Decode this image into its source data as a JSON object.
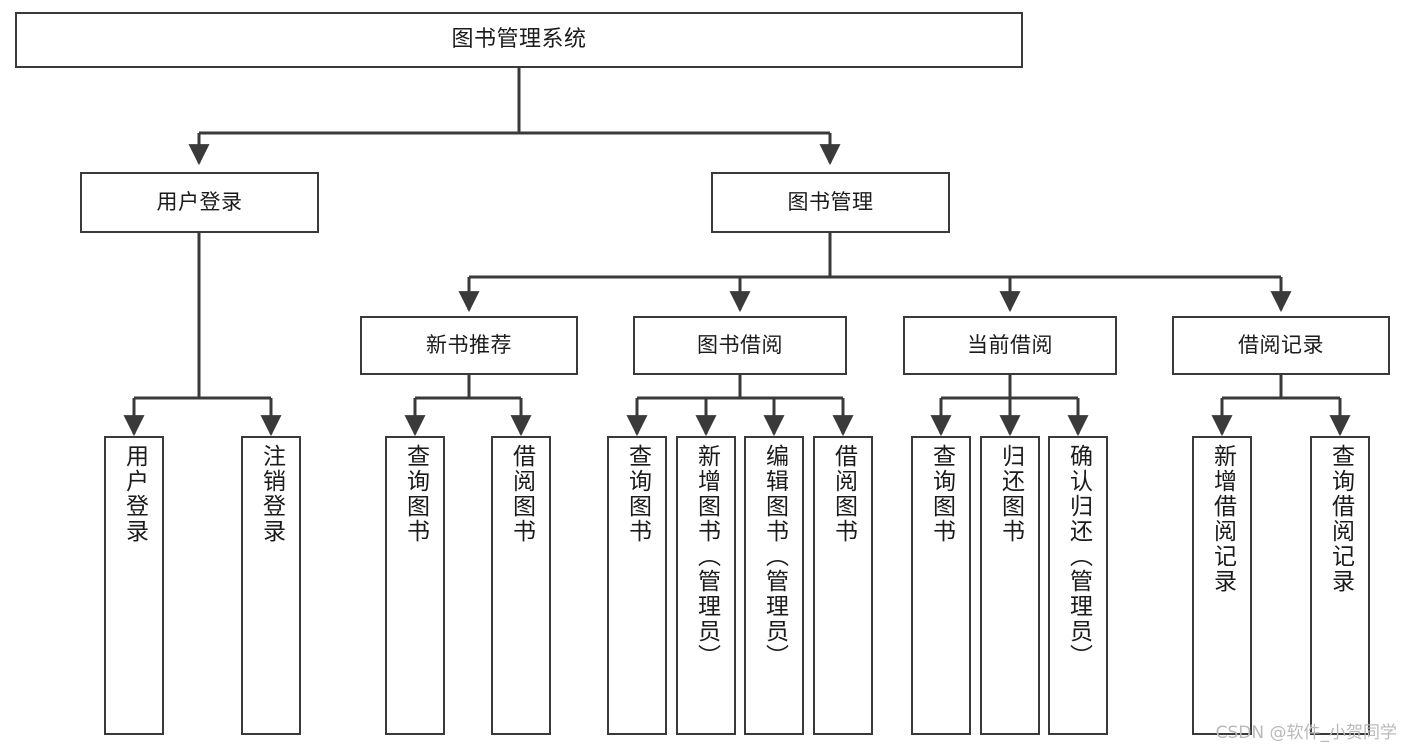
{
  "diagram": {
    "type": "tree",
    "title": "图书管理系统",
    "orientation": "top-down",
    "style": {
      "box_border_color": "#3a3a3a",
      "box_fill_color": "#ffffff",
      "connector_color": "#3a3a3a",
      "background_color": "#ffffff",
      "text_color": "#1b1b1b"
    },
    "root": {
      "id": "root",
      "label": "图书管理系统",
      "text_direction": "horizontal"
    },
    "level1": [
      {
        "id": "user-login",
        "label": "用户登录",
        "text_direction": "horizontal"
      },
      {
        "id": "book-manage",
        "label": "图书管理",
        "text_direction": "horizontal"
      }
    ],
    "level2": [
      {
        "id": "new-book-recommend",
        "label": "新书推荐",
        "parent": "book-manage",
        "text_direction": "horizontal"
      },
      {
        "id": "book-borrow",
        "label": "图书借阅",
        "parent": "book-manage",
        "text_direction": "horizontal"
      },
      {
        "id": "current-borrow",
        "label": "当前借阅",
        "parent": "book-manage",
        "text_direction": "horizontal"
      },
      {
        "id": "borrow-record",
        "label": "借阅记录",
        "parent": "book-manage",
        "text_direction": "horizontal"
      }
    ],
    "leaves": [
      {
        "id": "leaf-user-login",
        "label": "用户登录",
        "parent": "user-login",
        "text_direction": "vertical"
      },
      {
        "id": "leaf-user-logout",
        "label": "注销登录",
        "parent": "user-login",
        "text_direction": "vertical"
      },
      {
        "id": "leaf-query-book-1",
        "label": "查询图书",
        "parent": "new-book-recommend",
        "text_direction": "vertical"
      },
      {
        "id": "leaf-borrow-book-1",
        "label": "借阅图书",
        "parent": "new-book-recommend",
        "text_direction": "vertical"
      },
      {
        "id": "leaf-query-book-2",
        "label": "查询图书",
        "parent": "book-borrow",
        "text_direction": "vertical"
      },
      {
        "id": "leaf-add-book",
        "label": "新增图书（管理员）",
        "parent": "book-borrow",
        "text_direction": "vertical"
      },
      {
        "id": "leaf-edit-book",
        "label": "编辑图书（管理员）",
        "parent": "book-borrow",
        "text_direction": "vertical"
      },
      {
        "id": "leaf-borrow-book-2",
        "label": "借阅图书",
        "parent": "book-borrow",
        "text_direction": "vertical"
      },
      {
        "id": "leaf-query-book-3",
        "label": "查询图书",
        "parent": "current-borrow",
        "text_direction": "vertical"
      },
      {
        "id": "leaf-return-book",
        "label": "归还图书",
        "parent": "current-borrow",
        "text_direction": "vertical"
      },
      {
        "id": "leaf-confirm-return",
        "label": "确认归还（管理员）",
        "parent": "current-borrow",
        "text_direction": "vertical"
      },
      {
        "id": "leaf-add-record",
        "label": "新增借阅记录",
        "parent": "borrow-record",
        "text_direction": "vertical"
      },
      {
        "id": "leaf-query-record",
        "label": "查询借阅记录",
        "parent": "borrow-record",
        "text_direction": "vertical"
      }
    ]
  },
  "watermark": {
    "text": "CSDN @软件_小贺同学"
  }
}
